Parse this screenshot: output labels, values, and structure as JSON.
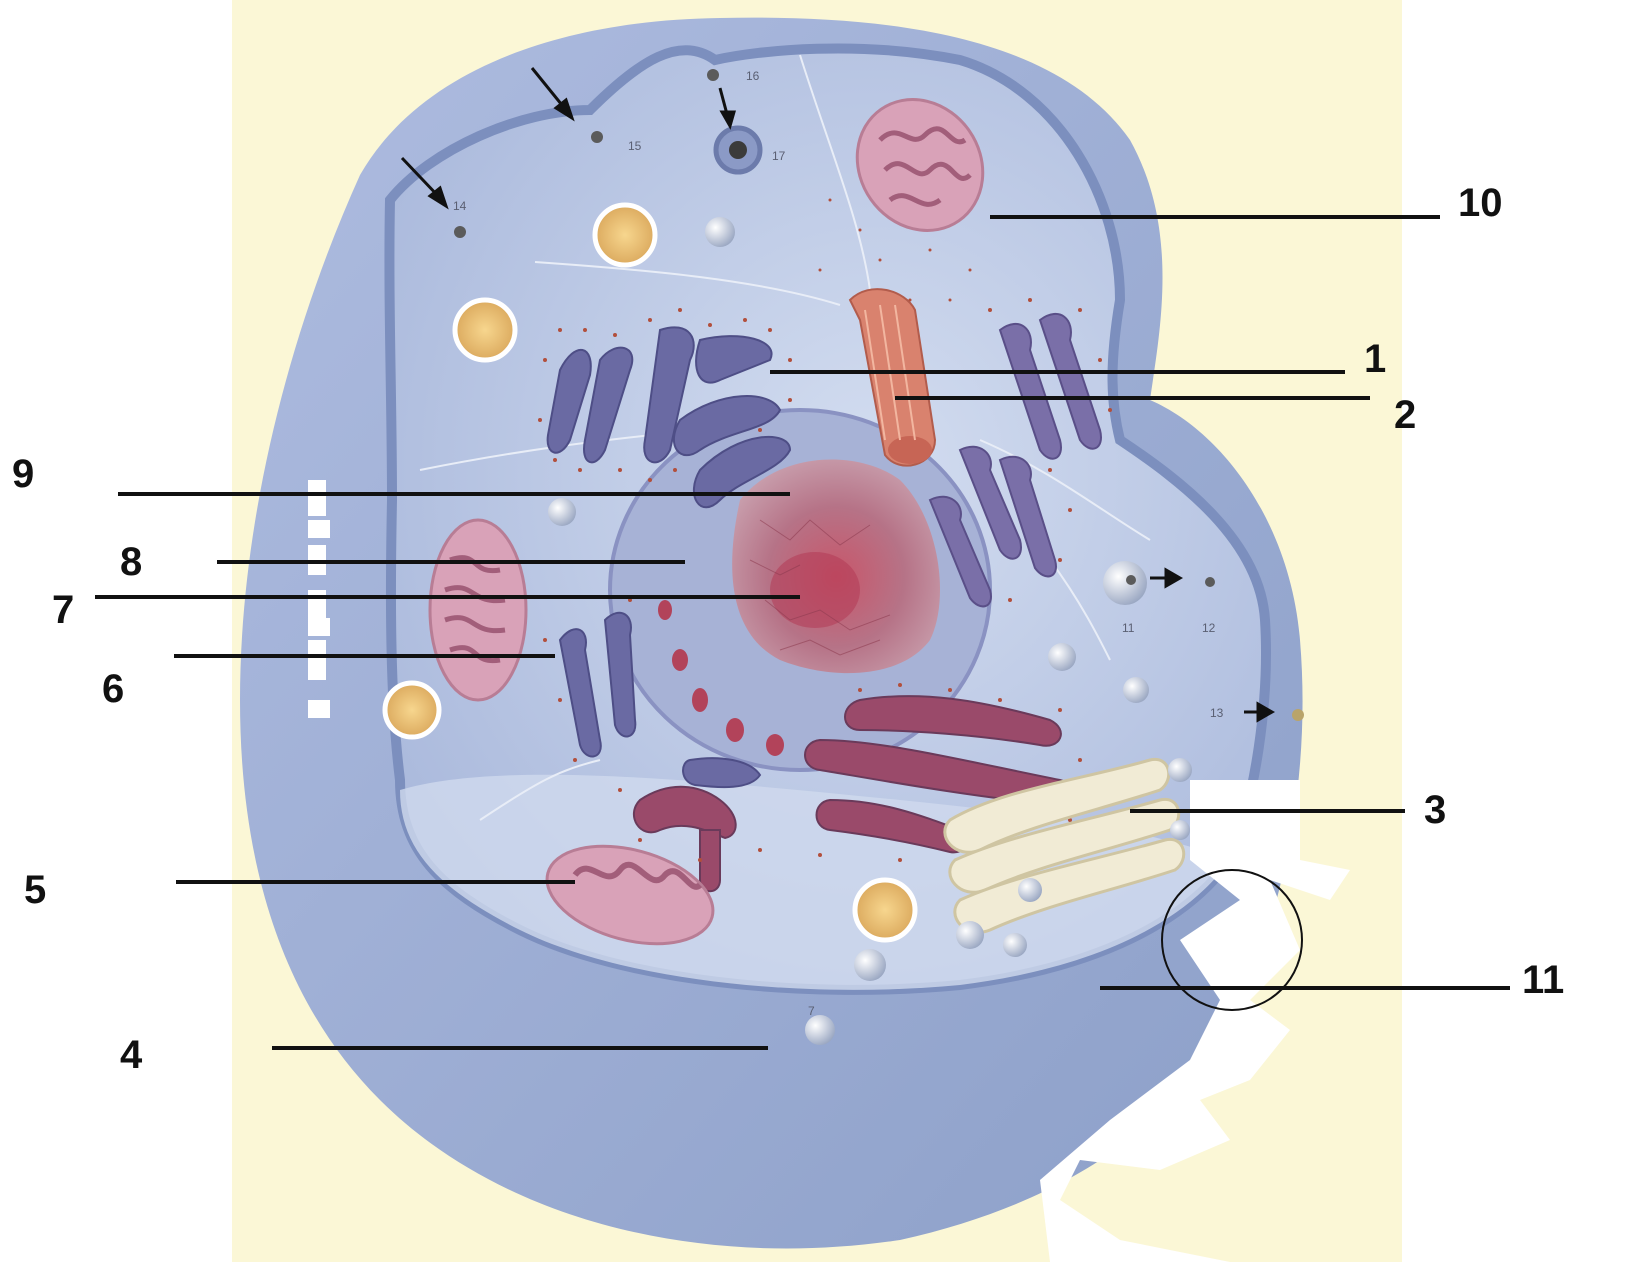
{
  "diagram": {
    "labels": [
      {
        "id": "1",
        "text": "1"
      },
      {
        "id": "2",
        "text": "2"
      },
      {
        "id": "3",
        "text": "3"
      },
      {
        "id": "4",
        "text": "4"
      },
      {
        "id": "5",
        "text": "5"
      },
      {
        "id": "6",
        "text": "6"
      },
      {
        "id": "7",
        "text": "7"
      },
      {
        "id": "8",
        "text": "8"
      },
      {
        "id": "9",
        "text": "9"
      },
      {
        "id": "10",
        "text": "10"
      },
      {
        "id": "11",
        "text": "11"
      }
    ],
    "small_labels": [
      {
        "id": "s11",
        "text": "11"
      },
      {
        "id": "s12",
        "text": "12"
      },
      {
        "id": "s13",
        "text": "13"
      },
      {
        "id": "s14",
        "text": "14"
      },
      {
        "id": "s15",
        "text": "15"
      },
      {
        "id": "s16",
        "text": "16"
      },
      {
        "id": "s17",
        "text": "17"
      },
      {
        "id": "s7",
        "text": "7"
      }
    ],
    "colors": {
      "background": "#fbf7d6",
      "membrane": "#9cafd3",
      "cytoplasm": "#b9cae8",
      "nucleus": "#b6677a",
      "rough_er": "#6a6aa3",
      "ribosome": "#b24f3c",
      "mitochondrion": "#d9a2b8",
      "golgi": "#f1ebd5",
      "centriole": "#d9826e",
      "lysosome": "#f2c57a",
      "leader_line": "#111111"
    }
  }
}
